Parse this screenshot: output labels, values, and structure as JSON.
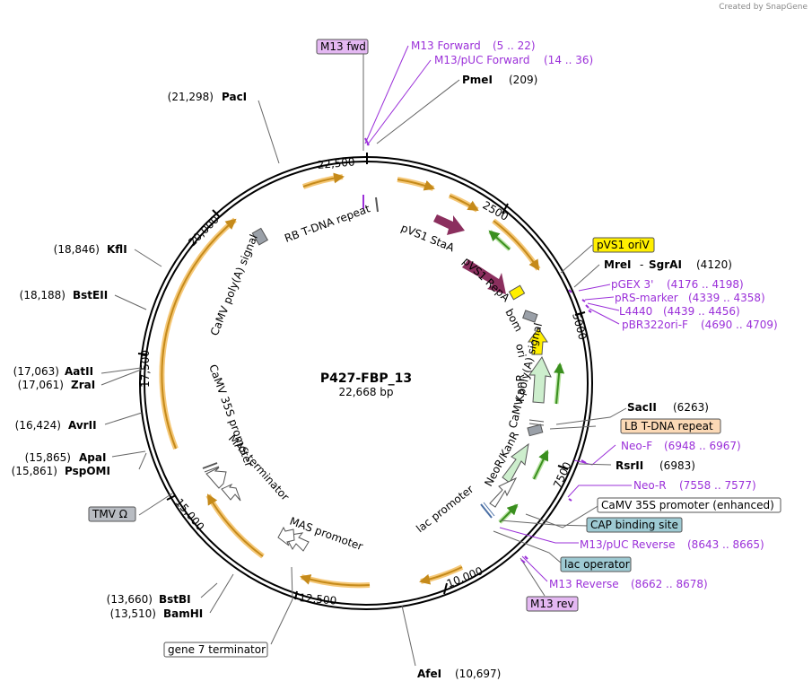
{
  "credit": "Created by SnapGene",
  "plasmid": {
    "name": "P427-FBP_13",
    "size": "22,668 bp"
  },
  "colors": {
    "primer": "#9b30d9",
    "line": "#666666",
    "orf": "#8b2f5e",
    "arrow_orange": "#f0a12a",
    "arrow_green": "#3a8f1e",
    "origin": "#ffef00",
    "promoter_fill": "#ffffff",
    "marker_fill": "#cfe9cf"
  },
  "ticks": {
    "t2500": "2500",
    "t5000": "5000",
    "t7500": "7500",
    "t10000": "10,000",
    "t12500": "12,500",
    "t15000": "15,000",
    "t17500": "17,500",
    "t20000": "20,000",
    "t22500": "22,500"
  },
  "sites": {
    "paci": {
      "name": "PacI",
      "pos": "(21,298)"
    },
    "pmei": {
      "name": "PmeI",
      "pos": "(209)"
    },
    "kfli": {
      "name": "KflI",
      "pos": "(18,846)"
    },
    "bsteii": {
      "name": "BstEII",
      "pos": "(18,188)"
    },
    "aatii": {
      "name": "AatII",
      "pos": "(17,063)"
    },
    "zrai": {
      "name": "ZraI",
      "pos": "(17,061)"
    },
    "avrii": {
      "name": "AvrII",
      "pos": "(16,424)"
    },
    "apai": {
      "name": "ApaI",
      "pos": "(15,865)"
    },
    "pspomi": {
      "name": "PspOMI",
      "pos": "(15,861)"
    },
    "mrei": {
      "name": "MreI",
      "sep": "-"
    },
    "sgrai": {
      "name": "SgrAI",
      "pos": "(4120)"
    },
    "sacii": {
      "name": "SacII",
      "pos": "(6263)"
    },
    "rsrii": {
      "name": "RsrII",
      "pos": "(6983)"
    },
    "bstbi": {
      "name": "BstBI",
      "pos": "(13,660)"
    },
    "bamhi": {
      "name": "BamHI",
      "pos": "(13,510)"
    },
    "afei": {
      "name": "AfeI",
      "pos": "(10,697)"
    }
  },
  "primers": {
    "m13_forward": {
      "name": "M13 Forward",
      "range": "(5 .. 22)"
    },
    "m13puc_forward": {
      "name": "M13/pUC Forward",
      "range": "(14 .. 36)"
    },
    "pgex3": {
      "name": "pGEX 3'",
      "range": "(4176 .. 4198)"
    },
    "prs_marker": {
      "name": "pRS-marker",
      "range": "(4339 .. 4358)"
    },
    "l4440": {
      "name": "L4440",
      "range": "(4439 .. 4456)"
    },
    "pbr322ori": {
      "name": "pBR322ori-F",
      "range": "(4690 .. 4709)"
    },
    "neo_f": {
      "name": "Neo-F",
      "range": "(6948 .. 6967)"
    },
    "neo_r": {
      "name": "Neo-R",
      "range": "(7558 .. 7577)"
    },
    "m13puc_reverse": {
      "name": "M13/pUC Reverse",
      "range": "(8643 .. 8665)"
    },
    "m13_reverse": {
      "name": "M13 Reverse",
      "range": "(8662 .. 8678)"
    }
  },
  "boxed": {
    "m13_fwd": "M13 fwd",
    "pvs1_oriv": "pVS1 oriV",
    "lb_tdna": "LB T-DNA repeat",
    "camv35s_enh": "CaMV 35S promoter (enhanced)",
    "cap_site": "CAP binding site",
    "lac_operator": "lac operator",
    "m13_rev": "M13 rev",
    "tmv": "TMV Ω",
    "gene7": "gene 7 terminator"
  },
  "features": {
    "rb_tdna": "RB T-DNA repeat",
    "pvs1_staa": "pVS1 StaA",
    "pvs1_repa": "pVS1 RepA",
    "bom": "bom",
    "ori": "ori",
    "kanr": "KanR",
    "camv_polya_r": "CaMV poly(A) signal",
    "neor_kanr": "NeoR/KanR",
    "lac_promoter": "lac promoter",
    "mas_promoter": "MAS promoter",
    "mas_terminator": "MAS terminator",
    "camv35s_promoter": "CaMV 35S promoter",
    "camv_polya_l": "CaMV poly(A) signal"
  }
}
